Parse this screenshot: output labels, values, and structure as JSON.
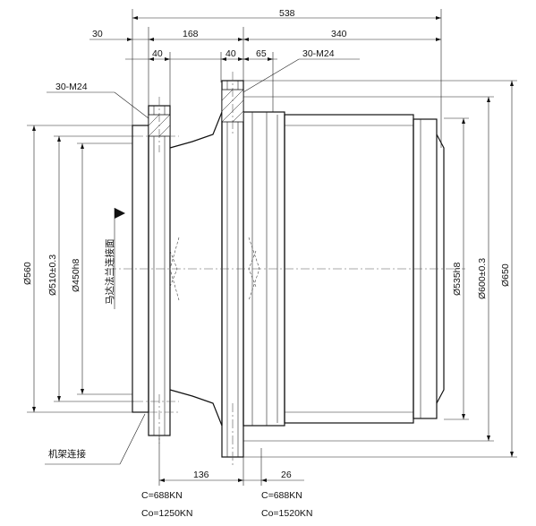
{
  "dimensions": {
    "overall_length": "538",
    "left_offset": "30",
    "flange_span": "168",
    "body_length": "340",
    "left_flange_thk": "40",
    "right_flange_thk": "40",
    "right_step": "65",
    "bottom_left": "136",
    "bottom_right": "26"
  },
  "threads": {
    "left": "30-M24",
    "right": "30-M24"
  },
  "diameters": {
    "d560": "Ø560",
    "d510": "Ø510±0.3",
    "d450": "Ø450h8",
    "d535": "Ø535h8",
    "d600": "Ø600±0.3",
    "d650": "Ø650"
  },
  "notes": {
    "motor_flange": "马达法兰连接面",
    "frame_connection": "机架连接"
  },
  "loads": {
    "left_c": "C=688KN",
    "left_co": "Co=1250KN",
    "right_c": "C=688KN",
    "right_co": "Co=1520KN"
  }
}
